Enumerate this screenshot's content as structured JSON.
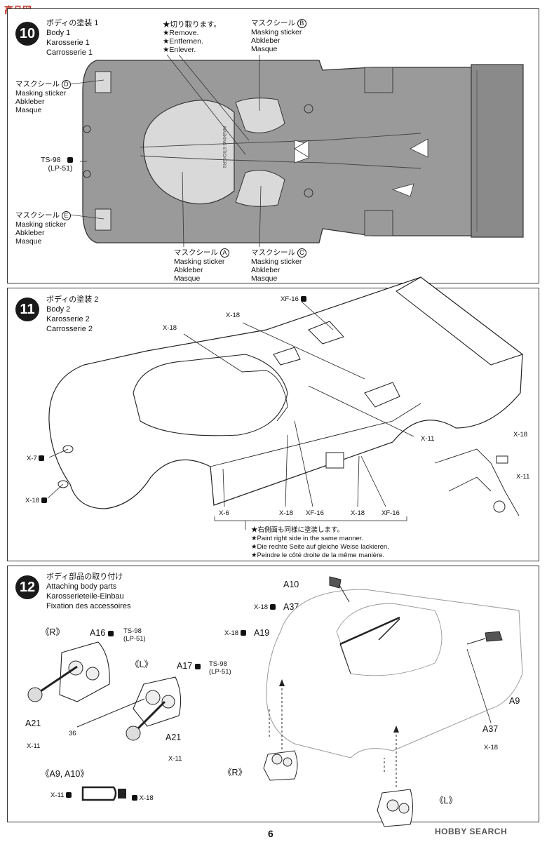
{
  "watermark": "高品网",
  "steps": [
    {
      "number": "10",
      "title_lines": [
        "ボディの塗装 1",
        "Body 1",
        "Karosserie 1",
        "Carrosserie 1"
      ],
      "remove_note": [
        "★切り取ります。",
        "★Remove.",
        "★Entfernen.",
        "★Enlever."
      ],
      "masks": {
        "B": {
          "letter": "B",
          "lines": [
            "マスクシール",
            "Masking sticker",
            "Abkleber",
            "Masque"
          ]
        },
        "D": {
          "letter": "D",
          "lines": [
            "マスクシール",
            "Masking sticker",
            "Abkleber",
            "Masque"
          ]
        },
        "E": {
          "letter": "E",
          "lines": [
            "マスクシール",
            "Masking sticker",
            "Abkleber",
            "Masque"
          ]
        },
        "A": {
          "letter": "A",
          "lines": [
            "マスクシール",
            "Masking sticker",
            "Abkleber",
            "Masque"
          ]
        },
        "C": {
          "letter": "C",
          "lines": [
            "マスクシール",
            "Masking sticker",
            "Abkleber",
            "Masque"
          ]
        }
      },
      "paint": {
        "code": "TS-98",
        "sub": "(LP-51)"
      },
      "sticker_text": "MASKING STICKERS"
    },
    {
      "number": "11",
      "title_lines": [
        "ボディの塗装 2",
        "Body 2",
        "Karosserie 2",
        "Carrosserie 2"
      ],
      "callouts": [
        "XF-16",
        "X-18",
        "X-18",
        "X-7",
        "X-18",
        "X-11",
        "X-18",
        "X-11",
        "X-6",
        "X-18",
        "XF-16",
        "X-18",
        "XF-16"
      ],
      "note_lines": [
        "★右側面も同様に塗装します。",
        "★Paint right side in the same manner.",
        "★Die rechte Seite auf gleiche Weise lackieren.",
        "★Peindre le côté droite de la même manière."
      ]
    },
    {
      "number": "12",
      "title_lines": [
        "ボディ部品の取り付け",
        "Attaching body parts",
        "Karosserieteile-Einbau",
        "Fixation des accessoires"
      ],
      "groups": {
        "R": "《R》",
        "L": "《L》",
        "A9A10": "《A9, A10》",
        "R2": "《R》",
        "L2": "《L》"
      },
      "parts": {
        "A16": "A16",
        "A17": "A17",
        "A21a": "A21",
        "A21b": "A21",
        "A10": "A10",
        "A37a": "A37",
        "A19": "A19",
        "A9": "A9",
        "A37b": "A37",
        "part36": "36"
      },
      "paints": {
        "ts98a": "TS-98",
        "lp51a": "(LP-51)",
        "ts98b": "TS-98",
        "lp51b": "(LP-51)",
        "x11a": "X-11",
        "x11b": "X-11",
        "x11c": "X-11",
        "x18a": "X-18",
        "x18b": "X-18",
        "x18c": "X-18",
        "x18d": "X-18"
      }
    }
  ],
  "page_number": "6",
  "brand": "HOBBY SEARCH"
}
